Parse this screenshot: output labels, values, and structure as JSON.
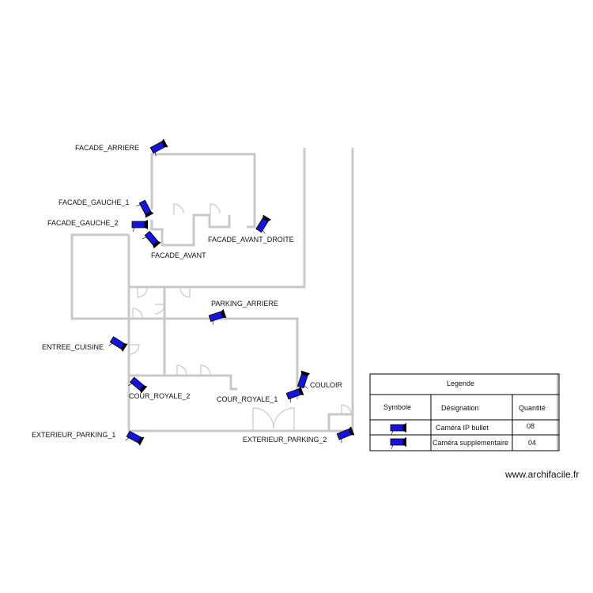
{
  "colors": {
    "wall": "#c8c8c8",
    "camera": "#1414dc",
    "camera_dark": "#000000",
    "table_line": "#000000"
  },
  "cameras": [
    {
      "label": "FACADE_ARRIERE",
      "icon": "camera-icon"
    },
    {
      "label": "FACADE_GAUCHE_1",
      "icon": "camera-icon"
    },
    {
      "label": "FACADE_GAUCHE_2",
      "icon": "camera-icon"
    },
    {
      "label": "FACADE_AVANT",
      "icon": "camera-icon"
    },
    {
      "label": "FACADE_AVANT_DROITE",
      "icon": "camera-icon"
    },
    {
      "label": "PARKING_ARRIERE",
      "icon": "camera-icon"
    },
    {
      "label": "ENTREE_CUISINE",
      "icon": "camera-icon"
    },
    {
      "label": "COUR_ROYALE_2",
      "icon": "camera-icon"
    },
    {
      "label": "COUR_ROYALE_1",
      "icon": "camera-icon"
    },
    {
      "label": "COULOIR",
      "icon": "camera-icon"
    },
    {
      "label": "EXTERIEUR_PARKING_1",
      "icon": "camera-icon"
    },
    {
      "label": "EXTERIEUR_PARKING_2",
      "icon": "camera-icon"
    }
  ],
  "legend": {
    "title": "Legende",
    "headers": {
      "symbol": "Symbole",
      "designation": "Désignation",
      "quantity": "Quantité"
    },
    "rows": [
      {
        "icon": "camera-icon",
        "designation": "Caméra IP bullet",
        "quantity": "08"
      },
      {
        "icon": "camera-icon",
        "designation": "Caméra supplementaire",
        "quantity": "04"
      }
    ]
  },
  "watermark": "www.archifacile.fr"
}
